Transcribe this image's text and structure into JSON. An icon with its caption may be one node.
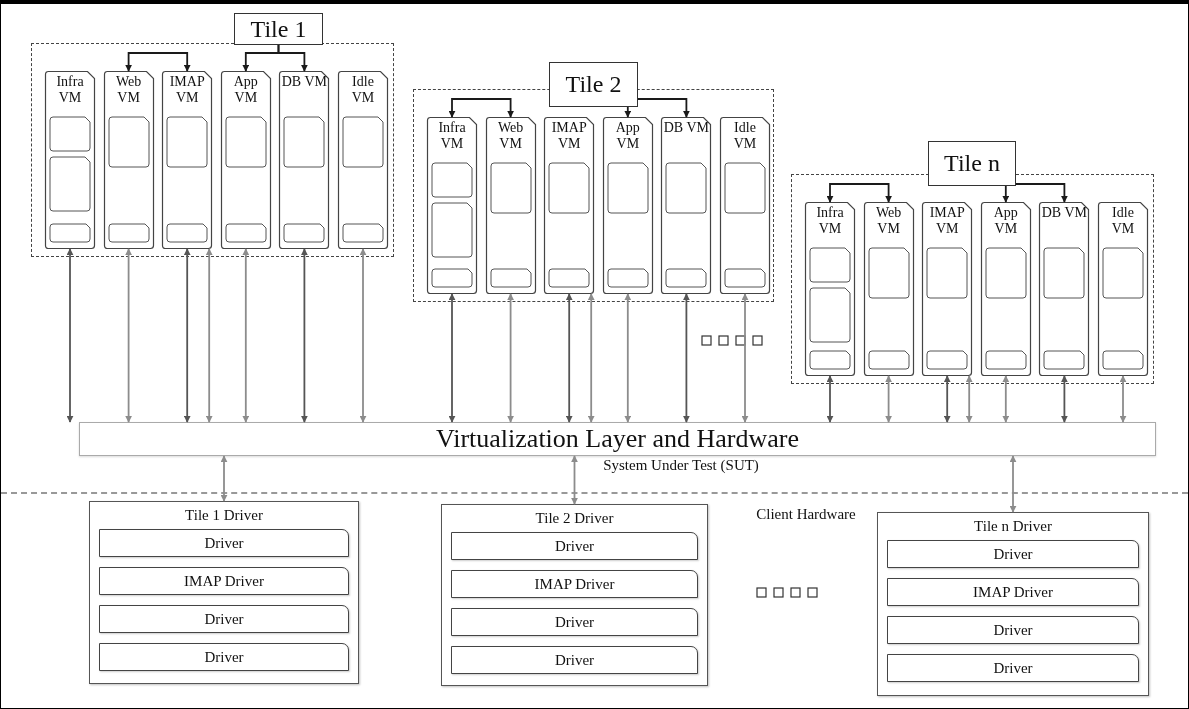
{
  "diagram": {
    "nodes": [
      {
        "text": [
          "Tile 1"
        ]
      },
      {
        "text": [],
        "shape": "box"
      },
      {
        "text": [
          "Infra VM"
        ],
        "in": 1
      },
      {
        "text": [
          "Web VM"
        ],
        "in": 1
      },
      {
        "text": [
          "IMAP VM"
        ],
        "in": 1
      },
      {
        "text": [
          "App VM"
        ],
        "in": 1
      },
      {
        "text": [
          "DB VM"
        ],
        "in": 1
      },
      {
        "text": [
          "Idle VM"
        ],
        "in": 1
      },
      {
        "text": [
          "Tile 2"
        ]
      },
      {
        "text": [],
        "shape": "box"
      },
      {
        "text": [
          "Infra VM"
        ],
        "in": 9
      },
      {
        "text": [
          "Web VM"
        ],
        "in": 9
      },
      {
        "text": [
          "IMAP VM"
        ],
        "in": 9
      },
      {
        "text": [
          "App VM"
        ],
        "in": 9
      },
      {
        "text": [
          "DB VM"
        ],
        "in": 9
      },
      {
        "text": [
          "Idle VM"
        ],
        "in": 9
      },
      {
        "text": [
          "Tile n"
        ]
      },
      {
        "text": [],
        "shape": "box"
      },
      {
        "text": [
          "Infra VM"
        ],
        "in": 17
      },
      {
        "text": [
          "Web VM"
        ],
        "in": 17
      },
      {
        "text": [
          "IMAP VM"
        ],
        "in": 17
      },
      {
        "text": [
          "App VM"
        ],
        "in": 17
      },
      {
        "text": [
          "DB VM"
        ],
        "in": 17
      },
      {
        "text": [
          "Idle VM"
        ],
        "in": 17
      },
      {
        "text": [
          "Virtualization Layer and Hardware"
        ]
      },
      {
        "text": [
          "Tile 1 Driver"
        ]
      },
      {
        "text": [
          "Driver"
        ],
        "in": 25
      },
      {
        "text": [
          "IMAP Driver"
        ],
        "in": 25
      },
      {
        "text": [
          "Driver"
        ],
        "in": 25
      },
      {
        "text": [
          "Driver"
        ],
        "in": 25
      },
      {
        "text": [
          "Tile 2 Driver"
        ]
      },
      {
        "text": [
          "Driver"
        ],
        "in": 30
      },
      {
        "text": [
          "IMAP Driver"
        ],
        "in": 30
      },
      {
        "text": [
          "Driver"
        ],
        "in": 30
      },
      {
        "text": [
          "Driver"
        ],
        "in": 30
      },
      {
        "text": [
          "Tile n Driver"
        ]
      },
      {
        "text": [
          "Driver"
        ],
        "in": 35
      },
      {
        "text": [
          "IMAP Driver"
        ],
        "in": 35
      },
      {
        "text": [
          "Driver"
        ],
        "in": 35
      },
      {
        "text": [
          "Driver"
        ],
        "in": 35
      }
    ],
    "edges": [
      {
        "from": 3,
        "to": 4,
        "arrow": "both",
        "color": "#1a1a1a"
      },
      {
        "from": 0,
        "to": 5,
        "arrow": "to",
        "color": "#1a1a1a"
      },
      {
        "from": 0,
        "to": 6,
        "arrow": "to",
        "color": "#1a1a1a"
      },
      {
        "from": 2,
        "to": 24,
        "arrow": "both",
        "color": "#555555"
      },
      {
        "from": 3,
        "to": 24,
        "arrow": "both"
      },
      {
        "from": 4,
        "to": 24,
        "arrow": "both",
        "color": "#555555"
      },
      {
        "from": 4,
        "to": 24,
        "arrow": "both"
      },
      {
        "from": 5,
        "to": 24,
        "arrow": "both"
      },
      {
        "from": 6,
        "to": 24,
        "arrow": "both",
        "color": "#555555"
      },
      {
        "from": 7,
        "to": 24,
        "arrow": "both"
      },
      {
        "from": 10,
        "to": 11,
        "arrow": "both",
        "color": "#1a1a1a"
      },
      {
        "from": 8,
        "to": 13,
        "arrow": "to",
        "color": "#1a1a1a"
      },
      {
        "from": 8,
        "to": 14,
        "arrow": "to",
        "color": "#1a1a1a"
      },
      {
        "from": 10,
        "to": 24,
        "arrow": "both",
        "color": "#555555"
      },
      {
        "from": 11,
        "to": 24,
        "arrow": "both"
      },
      {
        "from": 12,
        "to": 24,
        "arrow": "both",
        "color": "#555555"
      },
      {
        "from": 12,
        "to": 24,
        "arrow": "both"
      },
      {
        "from": 13,
        "to": 24,
        "arrow": "both"
      },
      {
        "from": 14,
        "to": 24,
        "arrow": "both",
        "color": "#555555"
      },
      {
        "from": 15,
        "to": 24,
        "arrow": "both"
      },
      {
        "from": 18,
        "to": 19,
        "arrow": "both",
        "color": "#1a1a1a"
      },
      {
        "from": 16,
        "to": 21,
        "arrow": "to",
        "color": "#1a1a1a"
      },
      {
        "from": 16,
        "to": 22,
        "arrow": "to",
        "color": "#1a1a1a"
      },
      {
        "from": 18,
        "to": 24,
        "arrow": "both",
        "color": "#555555"
      },
      {
        "from": 19,
        "to": 24,
        "arrow": "both"
      },
      {
        "from": 20,
        "to": 24,
        "arrow": "both",
        "color": "#555555"
      },
      {
        "from": 20,
        "to": 24,
        "arrow": "both"
      },
      {
        "from": 21,
        "to": 24,
        "arrow": "both"
      },
      {
        "from": 22,
        "to": 24,
        "arrow": "both",
        "color": "#555555"
      },
      {
        "from": 23,
        "to": 24,
        "arrow": "both"
      },
      {
        "from": 24,
        "to": 25,
        "arrow": "both"
      },
      {
        "from": 24,
        "to": 30,
        "arrow": "both"
      },
      {
        "from": 24,
        "to": 35,
        "arrow": "both"
      }
    ],
    "labels": [
      "System Under Test (SUT)",
      "Client Hardware"
    ]
  }
}
